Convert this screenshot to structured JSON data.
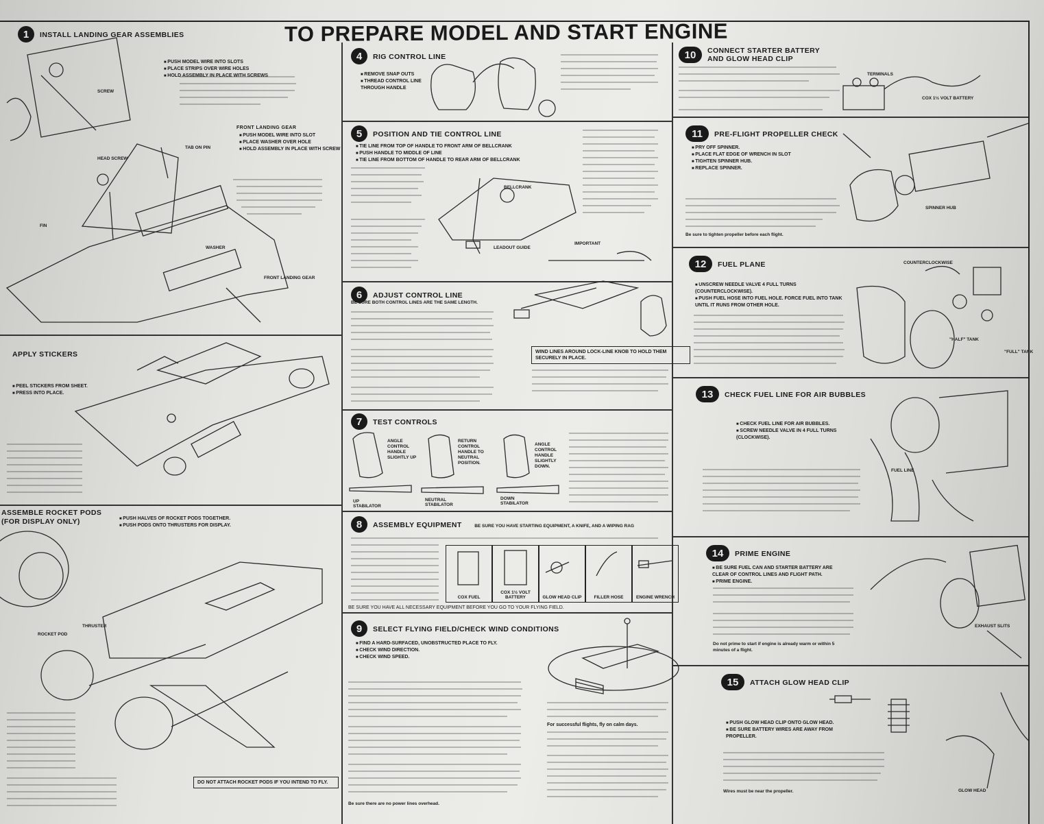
{
  "title": "TO PREPARE MODEL AND START ENGINE",
  "steps": {
    "s1": {
      "num": "1",
      "title": "INSTALL LANDING GEAR ASSEMBLIES",
      "bullets": [
        "PUSH MODEL WIRE INTO SLOTS",
        "PLACE STRIPS OVER WIRE HOLES",
        "HOLD ASSEMBLY IN PLACE WITH SCREWS"
      ],
      "sub_title": "FRONT LANDING GEAR",
      "sub_bullets": [
        "PUSH MODEL WIRE INTO SLOT",
        "PLACE WASHER OVER HOLE",
        "HOLD ASSEMBLY IN PLACE WITH SCREW"
      ],
      "labels": {
        "screw": "SCREW",
        "washer": "WASHER",
        "front_gear": "FRONT LANDING GEAR",
        "tab": "TAB ON PIN",
        "fin": "FIN",
        "head": "HEAD SCREW"
      }
    },
    "s2": {
      "title": "APPLY STICKERS",
      "bullets": [
        "PEEL STICKERS FROM SHEET.",
        "PRESS INTO PLACE."
      ]
    },
    "s3": {
      "title": "ASSEMBLE ROCKET PODS (FOR DISPLAY ONLY)",
      "bullets": [
        "PUSH HALVES OF ROCKET PODS TOGETHER.",
        "PUSH PODS ONTO THRUSTERS FOR DISPLAY."
      ],
      "labels": {
        "thruster": "THRUSTER",
        "rocket": "ROCKET POD"
      },
      "warning": "DO NOT ATTACH ROCKET PODS IF YOU INTEND TO FLY."
    },
    "s4": {
      "num": "4",
      "title": "RIG CONTROL LINE",
      "bullets": [
        "REMOVE SNAP OUTS",
        "THREAD CONTROL LINE THROUGH HANDLE"
      ]
    },
    "s5": {
      "num": "5",
      "title": "POSITION AND TIE CONTROL LINE",
      "bullets": [
        "TIE LINE FROM TOP OF HANDLE TO FRONT ARM OF BELLCRANK",
        "PUSH HANDLE TO MIDDLE OF LINE",
        "TIE LINE FROM BOTTOM OF HANDLE TO REAR ARM OF BELLCRANK"
      ],
      "labels": {
        "bellcrank": "BELLCRANK",
        "leadout": "LEADOUT GUIDE",
        "important": "IMPORTANT"
      }
    },
    "s6": {
      "num": "6",
      "title": "ADJUST CONTROL LINE",
      "lead": "BE SURE BOTH CONTROL LINES ARE THE SAME LENGTH.",
      "note": "WIND LINES AROUND LOCK-LINE KNOB TO HOLD THEM SECURELY IN PLACE."
    },
    "s7": {
      "num": "7",
      "title": "TEST CONTROLS",
      "handles": [
        "ANGLE CONTROL HANDLE SLIGHTLY UP",
        "RETURN CONTROL HANDLE TO NEUTRAL POSITION.",
        "ANGLE CONTROL HANDLE SLIGHTLY DOWN."
      ],
      "stab": [
        "UP STABILATOR",
        "NEUTRAL STABILATOR",
        "DOWN STABILATOR"
      ]
    },
    "s8": {
      "num": "8",
      "title": "ASSEMBLY EQUIPMENT",
      "bullet": "BE SURE YOU HAVE STARTING EQUIPMENT, A KNIFE, AND A WIPING RAG",
      "items": [
        "COX FUEL",
        "COX 1½ VOLT BATTERY",
        "GLOW HEAD CLIP",
        "FILLER HOSE",
        "ENGINE WRENCH"
      ],
      "footer": "BE SURE YOU HAVE ALL NECESSARY EQUIPMENT BEFORE YOU GO TO YOUR FLYING FIELD."
    },
    "s9": {
      "num": "9",
      "title": "SELECT FLYING FIELD/CHECK WIND CONDITIONS",
      "bullets": [
        "FIND A HARD-SURFACED, UNOBSTRUCTED PLACE TO FLY.",
        "CHECK WIND DIRECTION.",
        "CHECK WIND SPEED."
      ],
      "bold1": "For successful flights, fly on calm days.",
      "bold2": "Be sure there are no power lines overhead."
    },
    "s10": {
      "num": "10",
      "title": "CONNECT STARTER BATTERY AND GLOW HEAD CLIP",
      "labels": {
        "terminals": "TERMINALS",
        "battery": "COX 1½ VOLT BATTERY"
      }
    },
    "s11": {
      "num": "11",
      "title": "PRE-FLIGHT PROPELLER CHECK",
      "bullets": [
        "PRY OFF SPINNER.",
        "PLACE FLAT EDGE OF WRENCH IN SLOT",
        "TIGHTEN SPINNER HUB.",
        "REPLACE SPINNER."
      ],
      "label": "SPINNER HUB",
      "bold": "Be sure to tighten propeller before each flight."
    },
    "s12": {
      "num": "12",
      "title": "FUEL PLANE",
      "bullets": [
        "UNSCREW NEEDLE VALVE 4 FULL TURNS (COUNTERCLOCKWISE).",
        "PUSH FUEL HOSE INTO FUEL HOLE. FORCE FUEL INTO TANK UNTIL IT RUNS FROM OTHER HOLE."
      ],
      "labels": {
        "ccw": "COUNTERCLOCKWISE",
        "half": "\"HALF\" TANK",
        "full": "\"FULL\" TANK"
      }
    },
    "s13": {
      "num": "13",
      "title": "CHECK FUEL LINE FOR AIR BUBBLES",
      "bullets": [
        "CHECK FUEL LINE FOR AIR BUBBLES.",
        "SCREW NEEDLE VALVE IN 4 FULL TURNS (CLOCKWISE)."
      ],
      "label": "FUEL LINE"
    },
    "s14": {
      "num": "14",
      "title": "PRIME ENGINE",
      "bullets": [
        "BE SURE FUEL CAN AND STARTER BATTERY ARE CLEAR OF CONTROL LINES AND FLIGHT PATH.",
        "PRIME ENGINE."
      ],
      "label": "EXHAUST SLITS",
      "bold": "Do not prime to start if engine is already warm or within 5 minutes of a flight."
    },
    "s15": {
      "num": "15",
      "title": "ATTACH GLOW HEAD CLIP",
      "bullets": [
        "PUSH GLOW HEAD CLIP ONTO GLOW HEAD.",
        "BE SURE BATTERY WIRES ARE AWAY FROM PROPELLER."
      ],
      "label": "GLOW HEAD",
      "bold": "Wires must be near the propeller."
    }
  }
}
